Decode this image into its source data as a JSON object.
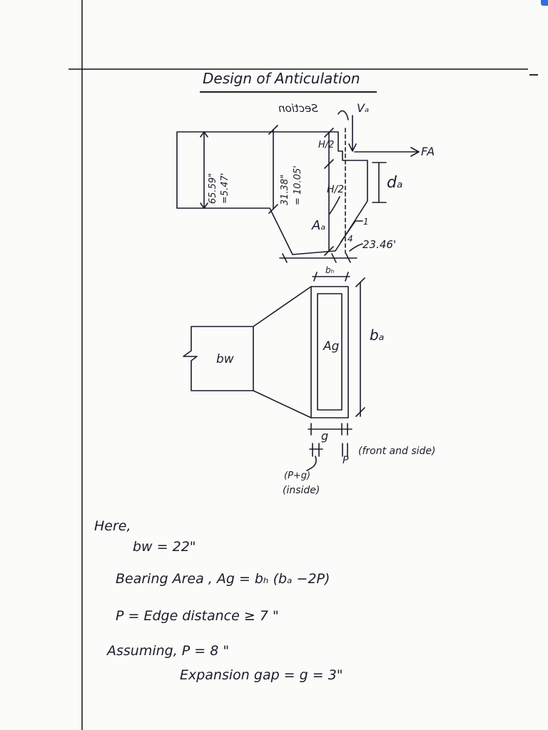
{
  "page": {
    "title": "Design of Anticulation"
  },
  "elevation": {
    "section_label": "Section",
    "va_label": "Vₐ",
    "fa_label": "FA",
    "h_half_top": "H/2",
    "h_half_bottom": "H/2",
    "depth_full": "65.59\"",
    "depth_full_ft": "=5.47'",
    "depth_dap": "31.38\"",
    "depth_dap_ft": "= 10.05'",
    "da_label": "dₐ",
    "aa_label": "Aₐ",
    "slope_rise": "1",
    "slope_run": "4",
    "angle": "23.46'"
  },
  "plan": {
    "bb_label": "bₕ",
    "ba_label": "bₐ",
    "ag_label": "Ag",
    "bw_label": "bw",
    "g_label": "g",
    "p_label": "P",
    "front_side": "(front and side)",
    "pg_label": "(P+g)",
    "inside": "(inside)"
  },
  "notes": {
    "here": "Here,",
    "bw_value": "bw = 22\"",
    "bearing_area": "Bearing Area , Ag = bₕ (bₐ −2P)",
    "edge_distance": "P = Edge distance ≥ 7 \"",
    "assuming": "Assuming, P = 8 \"",
    "expansion_gap": "Expansion gap = g = 3\""
  }
}
